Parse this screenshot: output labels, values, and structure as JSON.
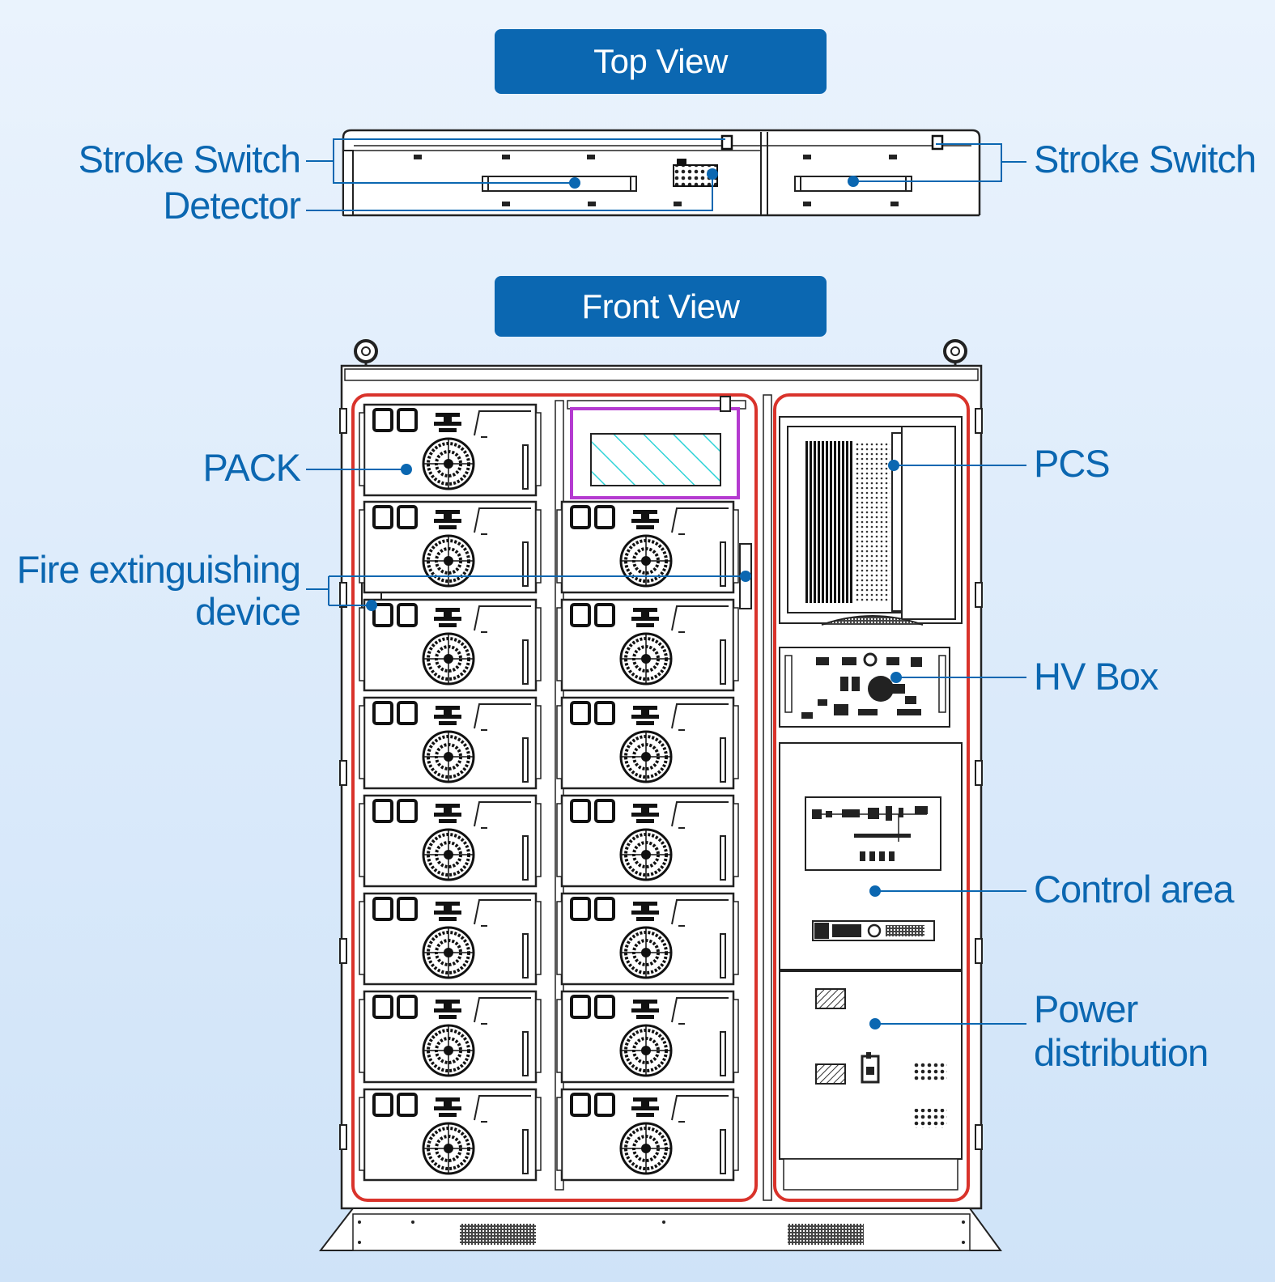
{
  "headers": {
    "top_view": "Top View",
    "front_view": "Front View"
  },
  "labels": {
    "stroke_switch_left": "Stroke Switch",
    "detector": "Detector",
    "stroke_switch_right": "Stroke Switch",
    "pack": "PACK",
    "fire_line1": "Fire extinguishing",
    "fire_line2": "device",
    "pcs": "PCS",
    "hv_box": "HV Box",
    "control_area": "Control area",
    "power_line1": "Power",
    "power_line2": "distribution"
  },
  "colors": {
    "accent": "#0b67b1",
    "door_seal": "#d9332b",
    "display_frame": "#b43ad0",
    "display_hatch": "#2fd3d8",
    "line_art": "#222222"
  }
}
